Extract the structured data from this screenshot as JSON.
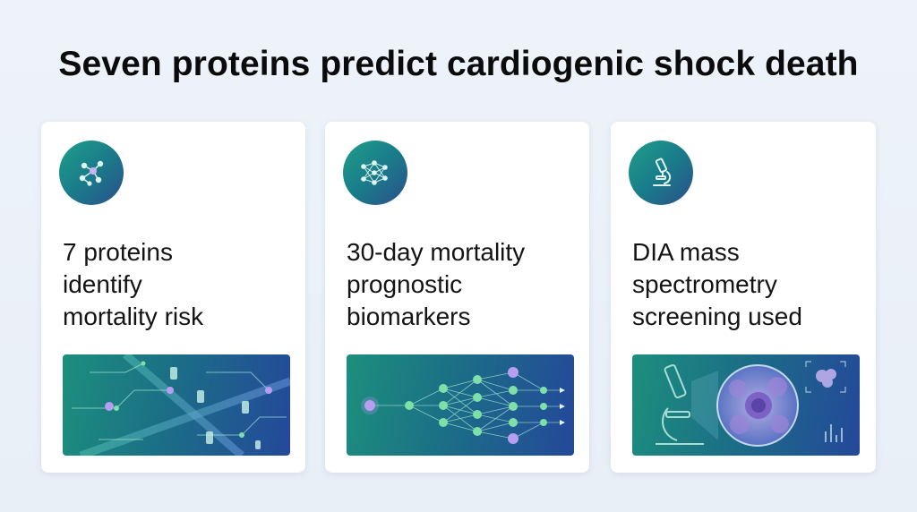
{
  "title": "Seven proteins predict cardiogenic shock death",
  "cards": [
    {
      "icon": "protein-network-icon",
      "text": "7 proteins\nidentify\nmortality risk",
      "image": "circuit-board-illustration"
    },
    {
      "icon": "neural-network-icon",
      "text": "30-day mortality\nprognostic\nbiomarkers",
      "image": "neural-network-illustration"
    },
    {
      "icon": "microscope-icon",
      "text": "DIA mass\nspectrometry\nscreening used",
      "image": "microscope-cell-illustration"
    }
  ],
  "colors": {
    "background": "#eef3fa",
    "accent_teal": "#1f9e8a",
    "accent_blue": "#2a4f8c",
    "node_green": "#7ee0a8",
    "node_purple": "#b79ef0"
  }
}
